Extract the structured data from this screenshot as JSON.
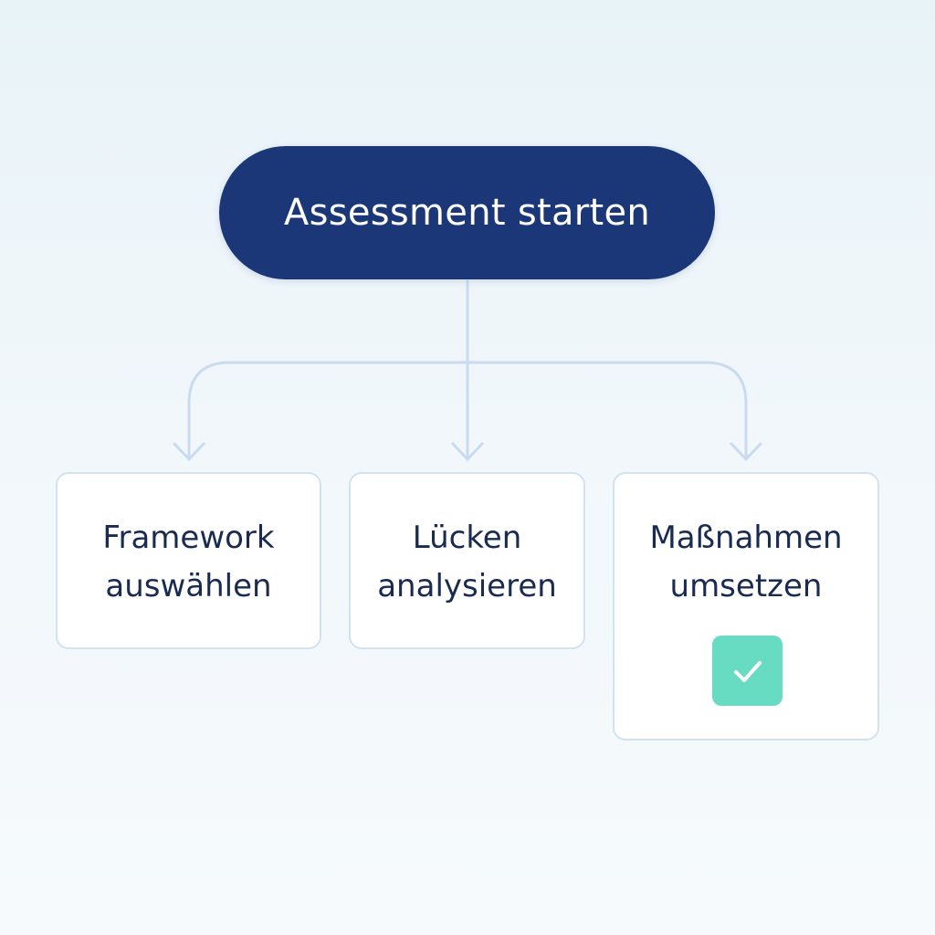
{
  "diagram": {
    "start_node": {
      "label": "Assessment starten"
    },
    "steps": [
      {
        "label": "Framework\nauswählen"
      },
      {
        "label": "Lücken\nanalysieren"
      },
      {
        "label": "Maßnahmen\numsetzen",
        "status_icon": "check-icon"
      }
    ],
    "colors": {
      "start_fill": "#1c3778",
      "card_border": "#d3e2ef",
      "connector": "#c9dcef",
      "text": "#1a2b52",
      "check_fill": "#68dbc3"
    }
  }
}
